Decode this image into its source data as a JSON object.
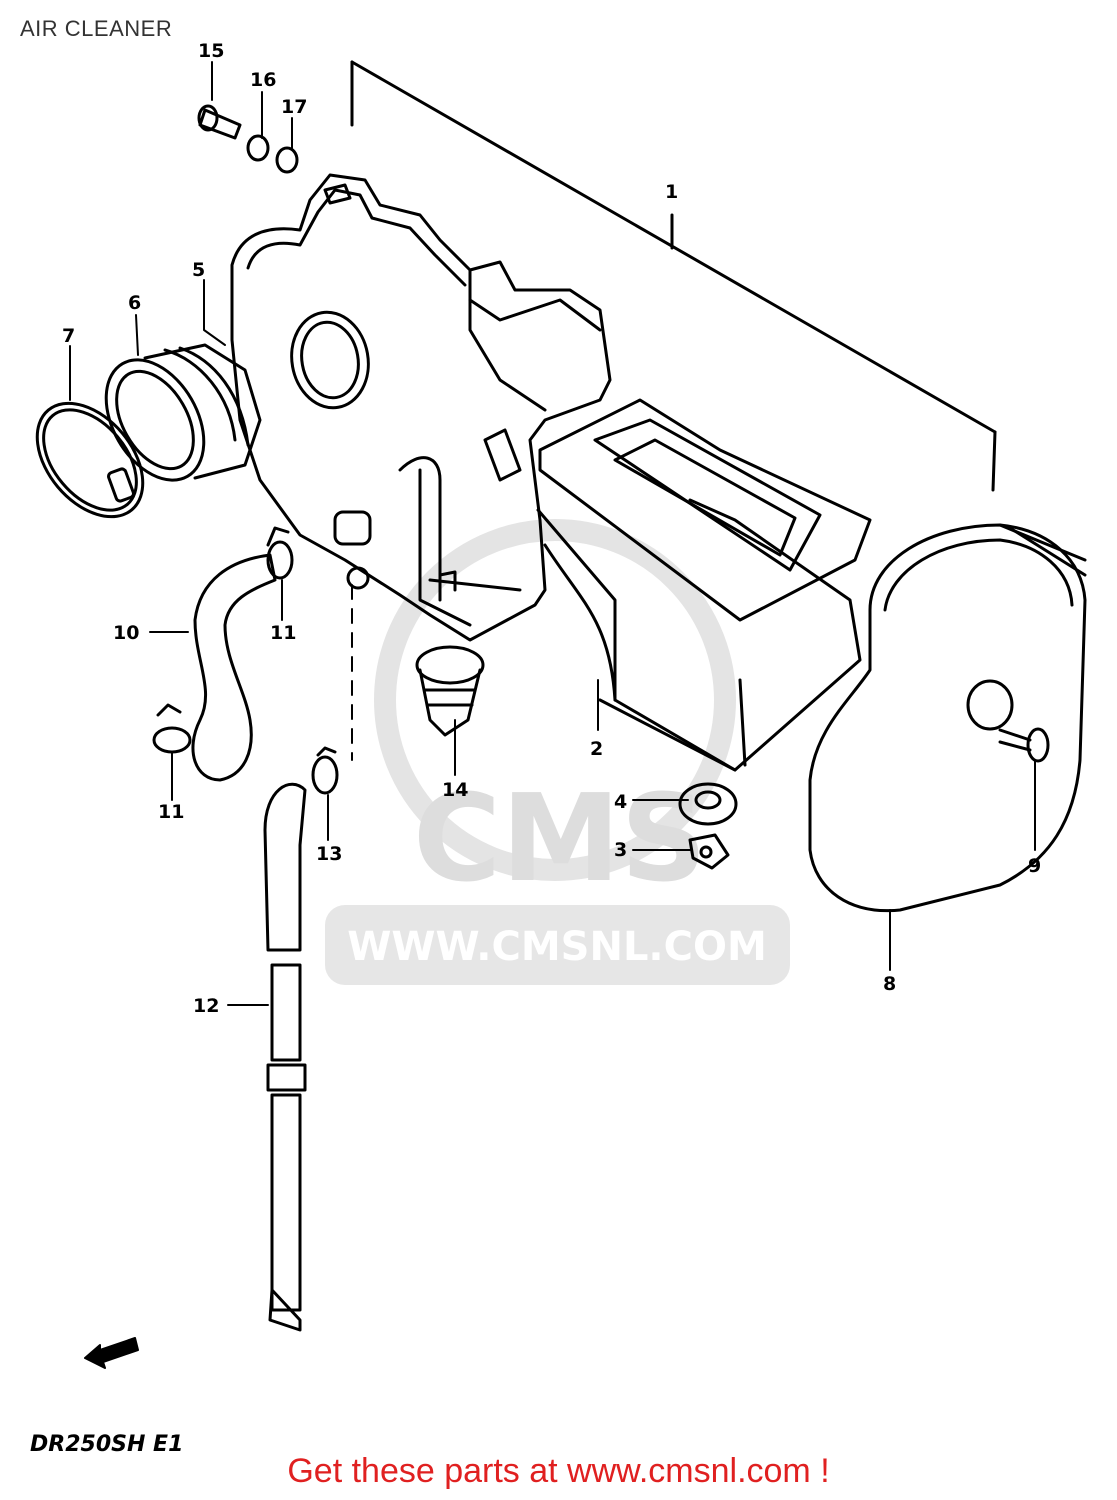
{
  "header": {
    "title": "AIR CLEANER"
  },
  "watermark": {
    "brand": "CMS",
    "url": "WWW.CMSNL.COM"
  },
  "callouts": [
    {
      "id": "1",
      "label": "1"
    },
    {
      "id": "2",
      "label": "2"
    },
    {
      "id": "3",
      "label": "3"
    },
    {
      "id": "4",
      "label": "4"
    },
    {
      "id": "5",
      "label": "5"
    },
    {
      "id": "6",
      "label": "6"
    },
    {
      "id": "7",
      "label": "7"
    },
    {
      "id": "8",
      "label": "8"
    },
    {
      "id": "9",
      "label": "9"
    },
    {
      "id": "10",
      "label": "10"
    },
    {
      "id": "11a",
      "label": "11"
    },
    {
      "id": "11b",
      "label": "11"
    },
    {
      "id": "12",
      "label": "12"
    },
    {
      "id": "13",
      "label": "13"
    },
    {
      "id": "14",
      "label": "14"
    },
    {
      "id": "15",
      "label": "15"
    },
    {
      "id": "16",
      "label": "16"
    },
    {
      "id": "17",
      "label": "17"
    }
  ],
  "footer": {
    "model_code": "DR250SH  E1",
    "cta": "Get these parts at www.cmsnl.com !"
  },
  "colors": {
    "cta": "#e02020",
    "line": "#000000",
    "watermark": "#d8d8d8"
  }
}
